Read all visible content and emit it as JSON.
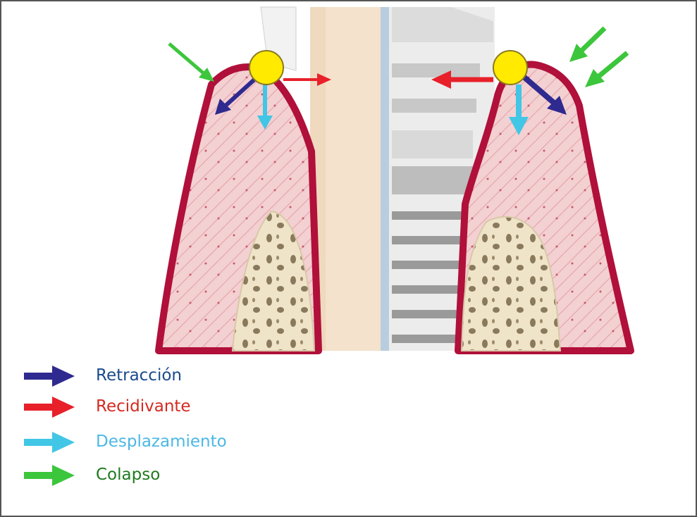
{
  "colors": {
    "retraccion": "#2e2a8f",
    "recidivante": "#e8202a",
    "desplazamiento": "#41c6e6",
    "colapso": "#3cc63c",
    "gum_edge": "#b0103a",
    "gum_fill": "#f3d0d2",
    "bone": "#efe3c8",
    "marker": "#ffea00"
  },
  "legend": {
    "items": [
      {
        "key": "retraccion",
        "label": "Retracción",
        "arrow_color": "#2e2a8f",
        "text_color": "#1a4b8c"
      },
      {
        "key": "recidivante",
        "label": "Recidivante",
        "arrow_color": "#e8202a",
        "text_color": "#d42a20"
      },
      {
        "key": "desplazamiento",
        "label": "Desplazamiento",
        "arrow_color": "#41c6e6",
        "text_color": "#4cb8e6"
      },
      {
        "key": "colapso",
        "label": "Colapso",
        "arrow_color": "#3cc63c",
        "text_color": "#1f7a1f"
      }
    ]
  }
}
